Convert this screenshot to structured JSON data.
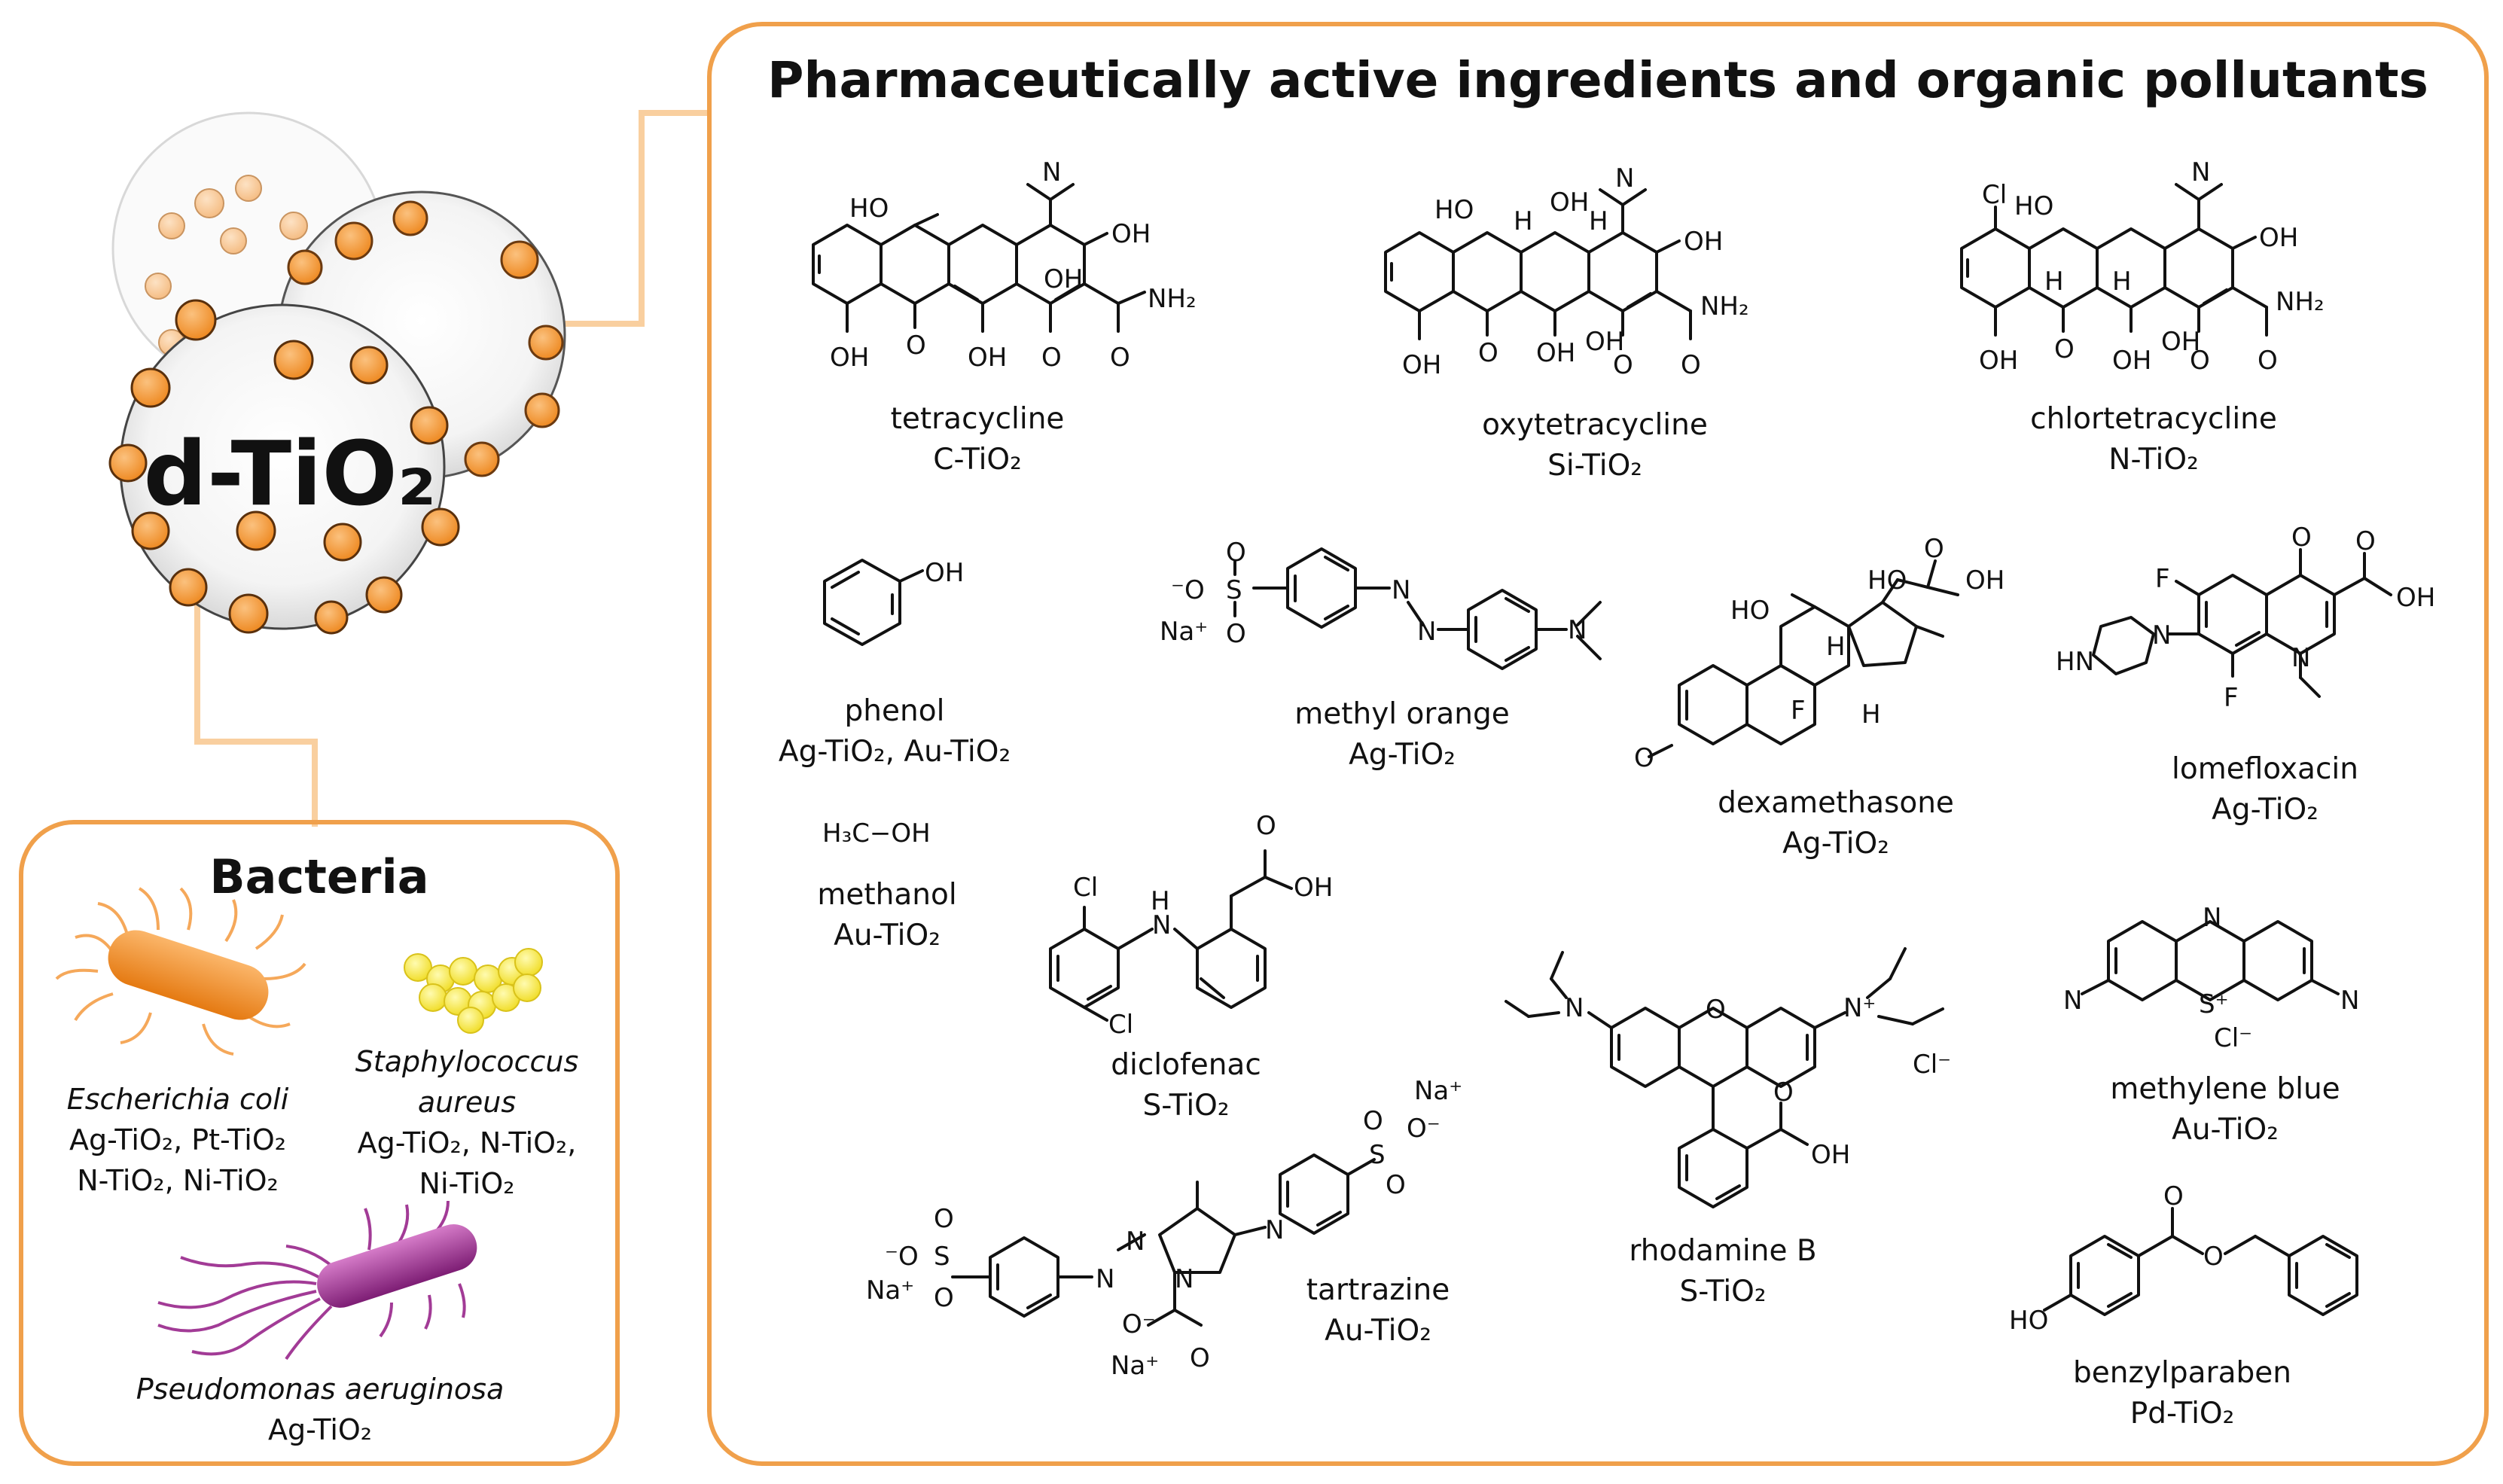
{
  "hub": {
    "label": "d-TiO₂"
  },
  "bacteria_panel": {
    "title": "Bacteria",
    "items": [
      {
        "species": "Escherichia coli",
        "lines": [
          "Ag-TiO₂, Pt-TiO₂",
          "N-TiO₂, Ni-TiO₂"
        ]
      },
      {
        "species": "Staphylococcus",
        "species2": "aureus",
        "lines": [
          "Ag-TiO₂, N-TiO₂,",
          "Ni-TiO₂"
        ]
      },
      {
        "species": "Pseudomonas aeruginosa",
        "lines": [
          "Ag-TiO₂"
        ]
      }
    ]
  },
  "pollutants_panel": {
    "title": "Pharmaceutically active ingredients and organic pollutants",
    "compounds": [
      {
        "name": "tetracycline",
        "catalyst": "C-TiO₂"
      },
      {
        "name": "oxytetracycline",
        "catalyst": "Si-TiO₂"
      },
      {
        "name": "chlortetracycline",
        "catalyst": "N-TiO₂"
      },
      {
        "name": "phenol",
        "catalyst": "Ag-TiO₂, Au-TiO₂"
      },
      {
        "name": "methyl orange",
        "catalyst": "Ag-TiO₂"
      },
      {
        "name": "dexamethasone",
        "catalyst": "Ag-TiO₂"
      },
      {
        "name": "lomefloxacin",
        "catalyst": "Ag-TiO₂"
      },
      {
        "name": "methanol",
        "catalyst": "Au-TiO₂"
      },
      {
        "name": "diclofenac",
        "catalyst": "S-TiO₂"
      },
      {
        "name": "rhodamine B",
        "catalyst": "S-TiO₂"
      },
      {
        "name": "methylene blue",
        "catalyst": "Au-TiO₂"
      },
      {
        "name": "tartrazine",
        "catalyst": "Au-TiO₂"
      },
      {
        "name": "benzylparaben",
        "catalyst": "Pd-TiO₂"
      }
    ]
  },
  "structure_atoms": {
    "tetracycline": [
      "HO",
      "N",
      "OH",
      "OH",
      "NH₂",
      "OH",
      "O",
      "OH",
      "O",
      "O"
    ],
    "oxytetracycline": [
      "HO",
      "H",
      "OH",
      "H",
      "N",
      "OH",
      "NH₂",
      "OH",
      "O",
      "OH",
      "OH",
      "O",
      "O"
    ],
    "chlortetracycline": [
      "Cl",
      "HO",
      "N",
      "OH",
      "H",
      "H",
      "NH₂",
      "OH",
      "O",
      "OH",
      "OH",
      "O",
      "O"
    ],
    "phenol": [
      "OH"
    ],
    "methanol": [
      "H₃C−OH"
    ],
    "methyl_orange": [
      "⁻O",
      "S",
      "O",
      "O",
      "Na⁺",
      "N",
      "N",
      "N"
    ],
    "dexamethasone": [
      "HO",
      "HO",
      "O",
      "OH",
      "H",
      "H",
      "F",
      "O"
    ],
    "lomefloxacin": [
      "O",
      "O",
      "F",
      "OH",
      "N",
      "HN",
      "N",
      "F"
    ],
    "diclofenac": [
      "O",
      "Cl",
      "H",
      "N",
      "OH",
      "Cl"
    ],
    "rhodamine_b": [
      "O",
      "N",
      "N⁺",
      "Cl⁻",
      "O",
      "OH"
    ],
    "methylene_blue": [
      "N",
      "S⁺",
      "N",
      "N",
      "Cl⁻"
    ],
    "tartrazine": [
      "Na⁺",
      "O",
      "O⁻",
      "S",
      "O",
      "N",
      "N",
      "N",
      "⁻O",
      "S",
      "O",
      "O",
      "Na⁺",
      "N",
      "O⁻",
      "O",
      "Na⁺"
    ],
    "benzylparaben": [
      "O",
      "O",
      "HO"
    ]
  },
  "colors": {
    "frame_orange": "#f0a04b",
    "connector": "#f9cf9f",
    "particle_orange": "#f39a3b",
    "particle_light": "#f7c99a",
    "ecoli": "#f08a24",
    "staph": "#f5e642",
    "pseudomonas": "#9b2f8f"
  }
}
